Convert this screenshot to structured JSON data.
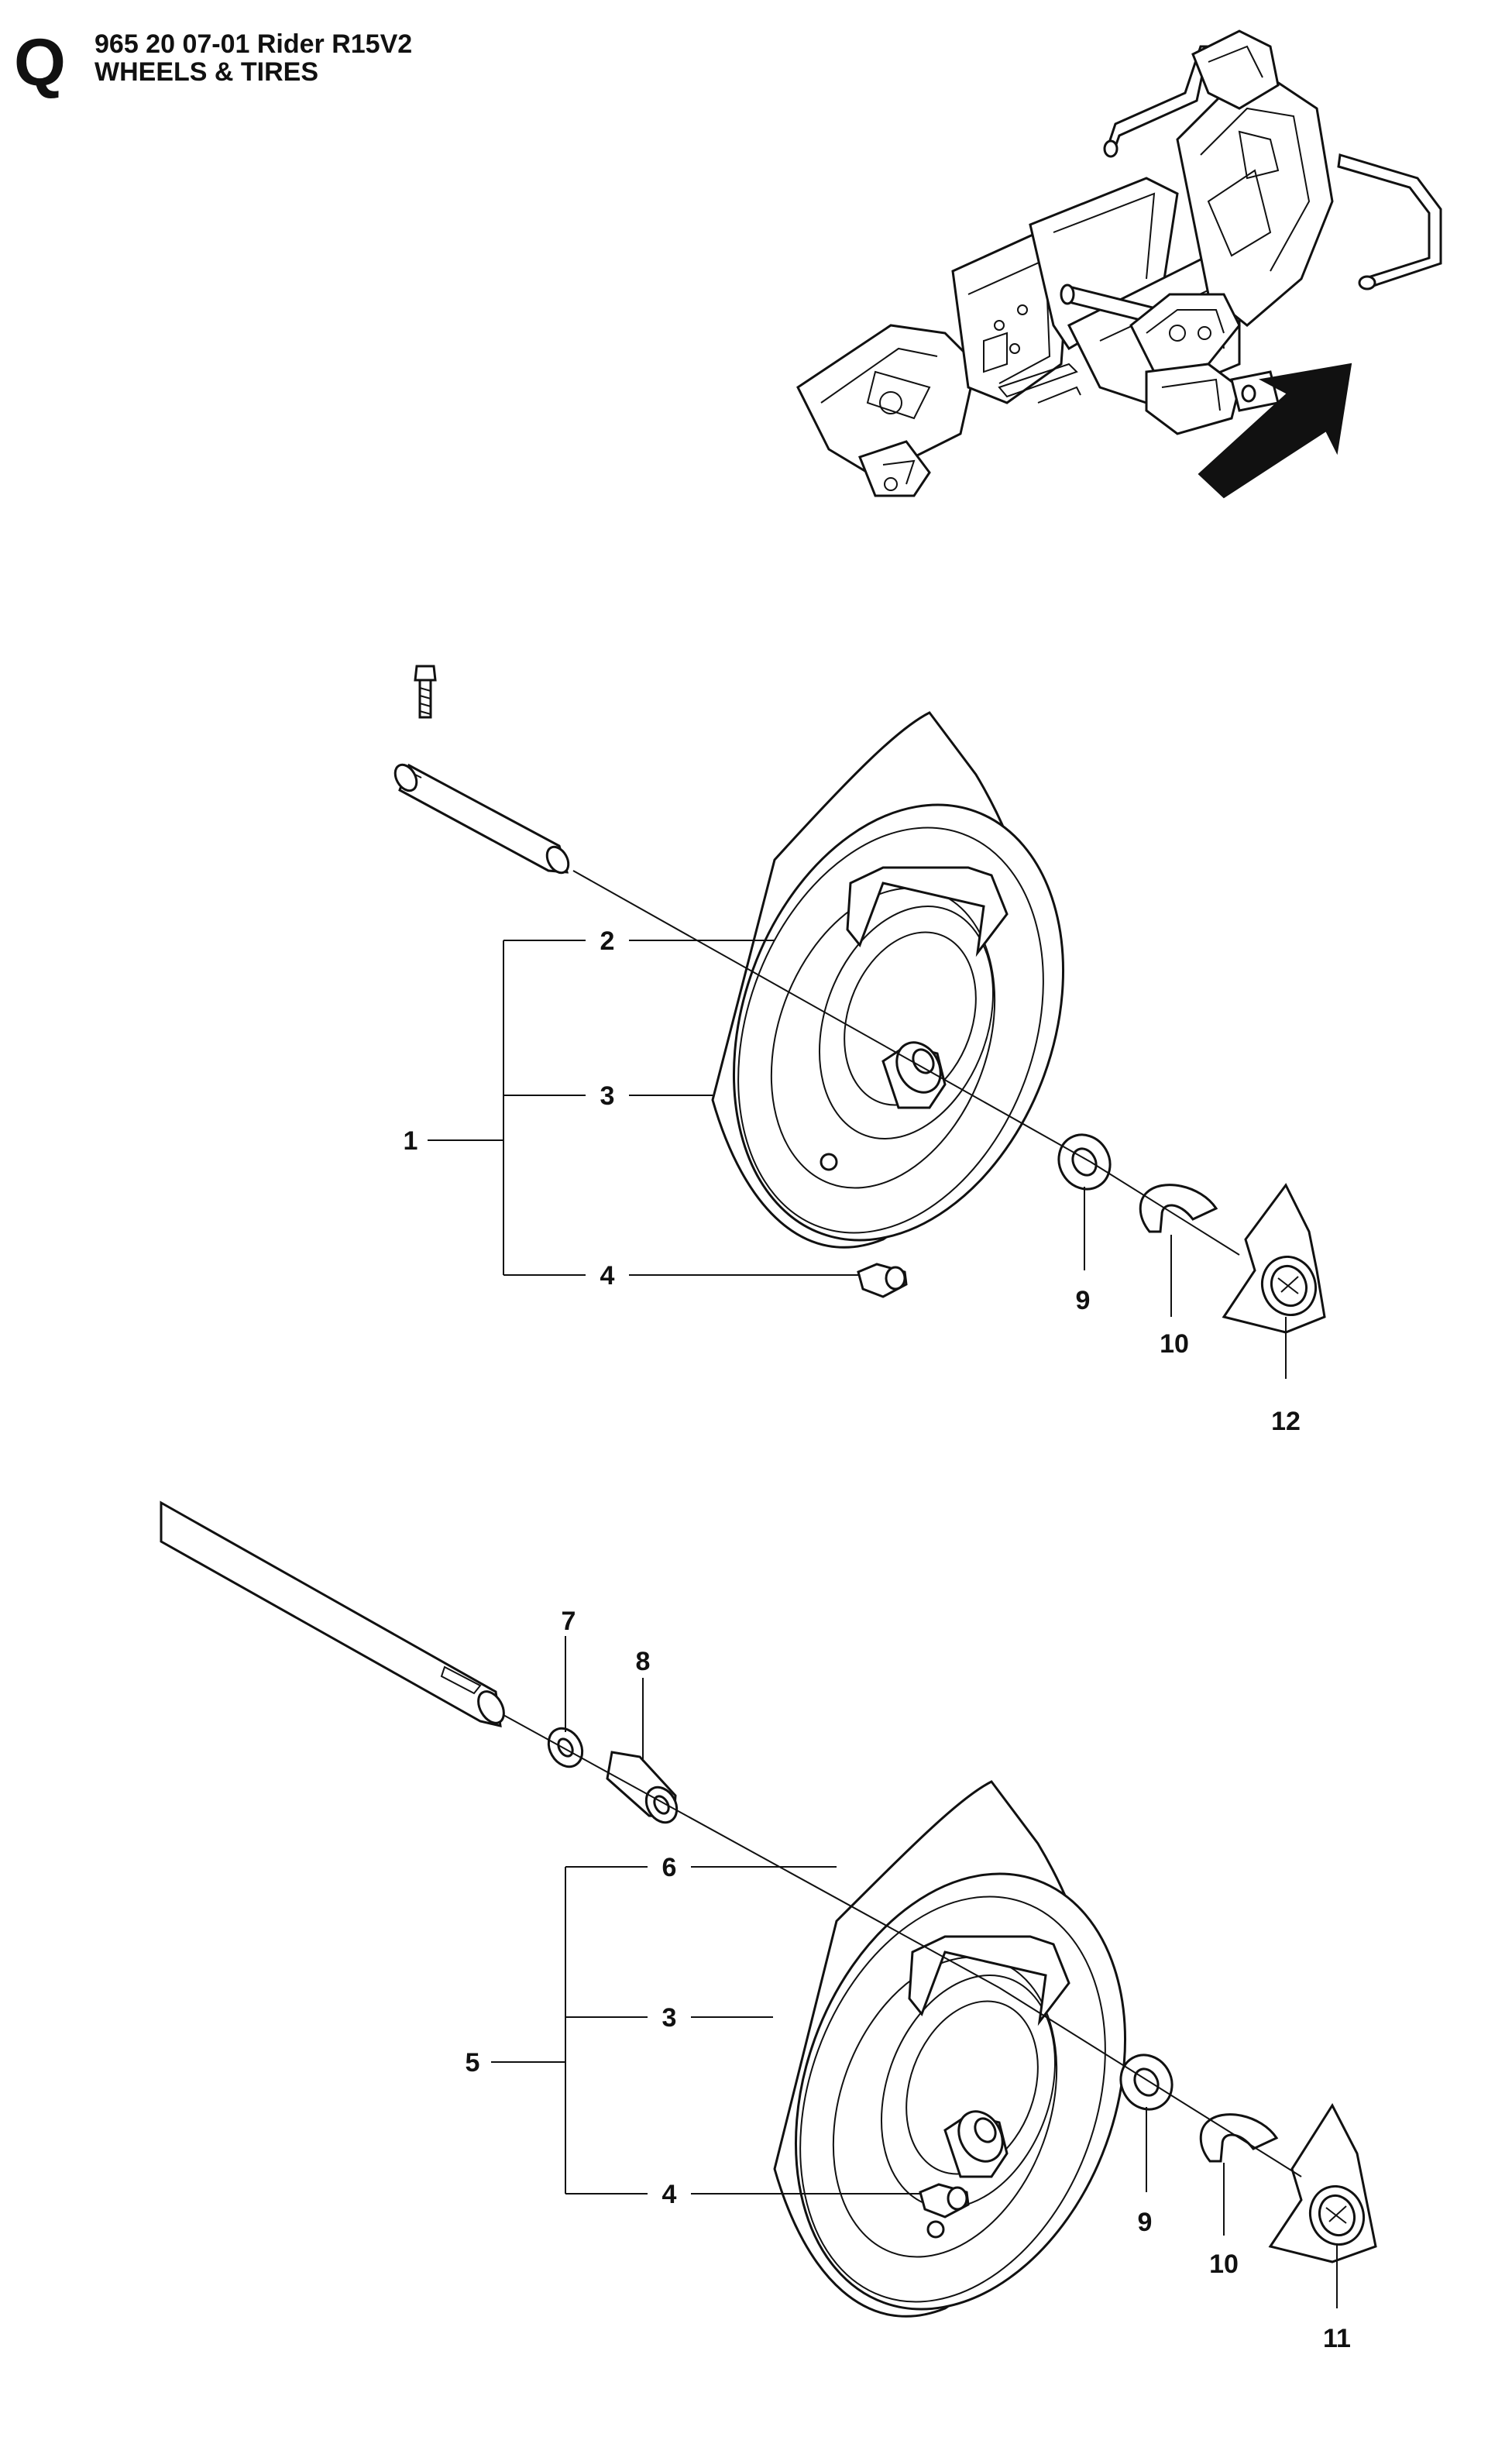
{
  "header": {
    "section_letter": "Q",
    "line1": "965 20 07-01 Rider R15V2",
    "line2": "WHEELS & TIRES"
  },
  "callouts": {
    "front": {
      "c1": "1",
      "c2": "2",
      "c3": "3",
      "c4": "4",
      "c9": "9",
      "c10": "10",
      "c12": "12"
    },
    "rear": {
      "c5": "5",
      "c6": "6",
      "c3": "3",
      "c4": "4",
      "c7": "7",
      "c8": "8",
      "c9": "9",
      "c10": "10",
      "c11": "11"
    }
  },
  "icons": {
    "location_arrow": "arrow-icon",
    "chassis": "chassis-frame-icon"
  },
  "colors": {
    "ink": "#111111",
    "background": "#ffffff"
  }
}
